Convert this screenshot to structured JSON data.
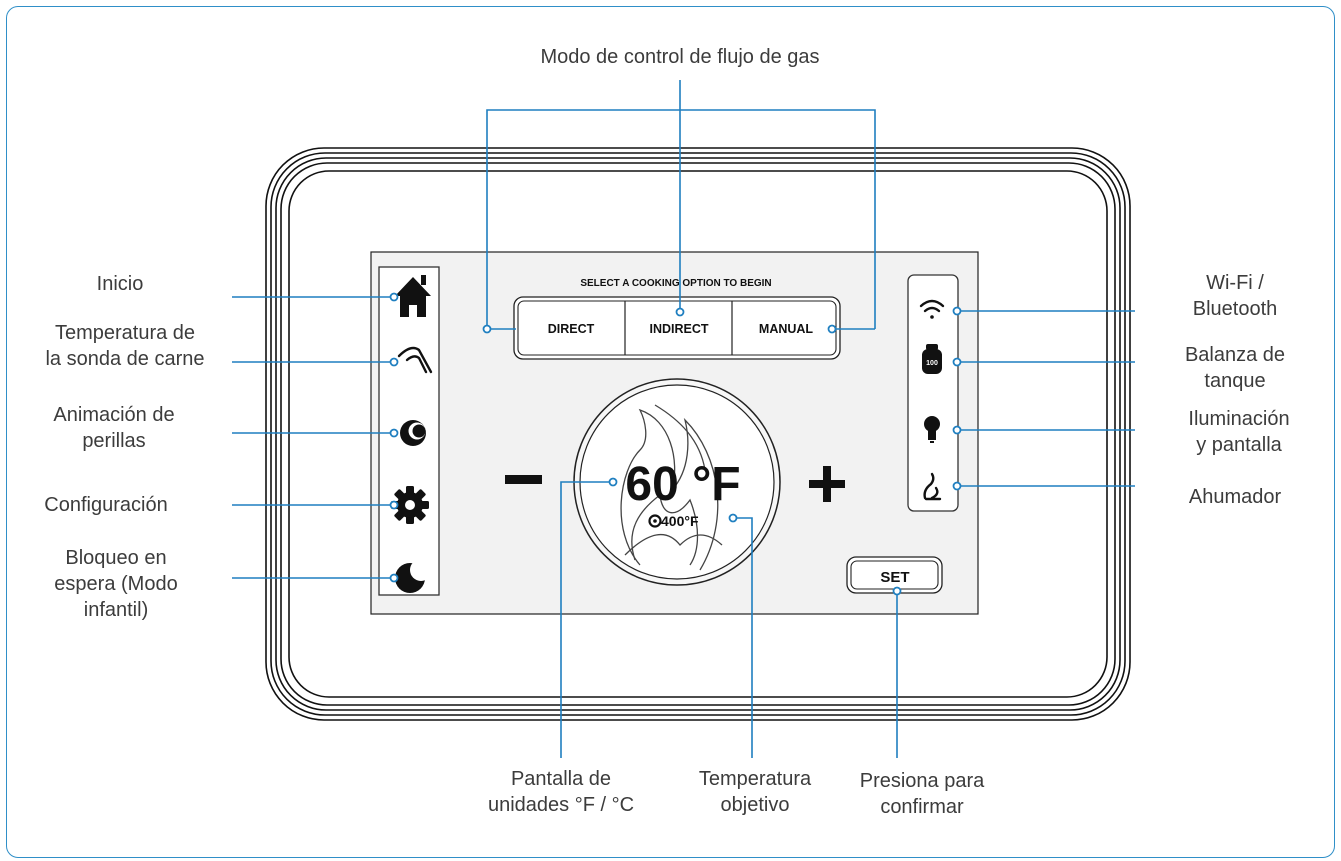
{
  "screen": {
    "prompt": "SELECT A COOKING OPTION TO BEGIN",
    "modes": [
      {
        "label": "DIRECT"
      },
      {
        "label": "INDIRECT"
      },
      {
        "label": "MANUAL"
      }
    ],
    "current_temp": "60 °F",
    "target_temp": "400°F",
    "set_label": "SET",
    "minus_label": "−",
    "plus_label": "+"
  },
  "callouts": {
    "gas_mode": "Modo de control de flujo de gas",
    "home": "Inicio",
    "probe_1": "Temperatura de",
    "probe_2": "la sonda de carne",
    "knob_1": "Animación de",
    "knob_2": "perillas",
    "settings": "Configuración",
    "lock_1": "Bloqueo en",
    "lock_2": "espera (Modo",
    "lock_3": "infantil)",
    "wifi_1": "Wi-Fi /",
    "wifi_2": "Bluetooth",
    "tank_1": "Balanza de",
    "tank_2": "tanque",
    "light_1": "Iluminación",
    "light_2": "y pantalla",
    "smoker": "Ahumador",
    "units_1": "Pantalla de",
    "units_2": "unidades °F / °C",
    "target_1": "Temperatura",
    "target_2": "objetivo",
    "confirm_1": "Presiona para",
    "confirm_2": "confirmar"
  },
  "icons": [
    "home-icon",
    "meat-probe-icon",
    "knob-icon",
    "gear-icon",
    "moon-icon",
    "wifi-icon",
    "propane-tank-icon",
    "light-bulb-icon",
    "smoker-icon",
    "target-icon",
    "flame-icon"
  ],
  "colors": {
    "callout_line": "#1f7fc0",
    "frame": "#2f8fc8",
    "text": "#3c3c3c"
  }
}
